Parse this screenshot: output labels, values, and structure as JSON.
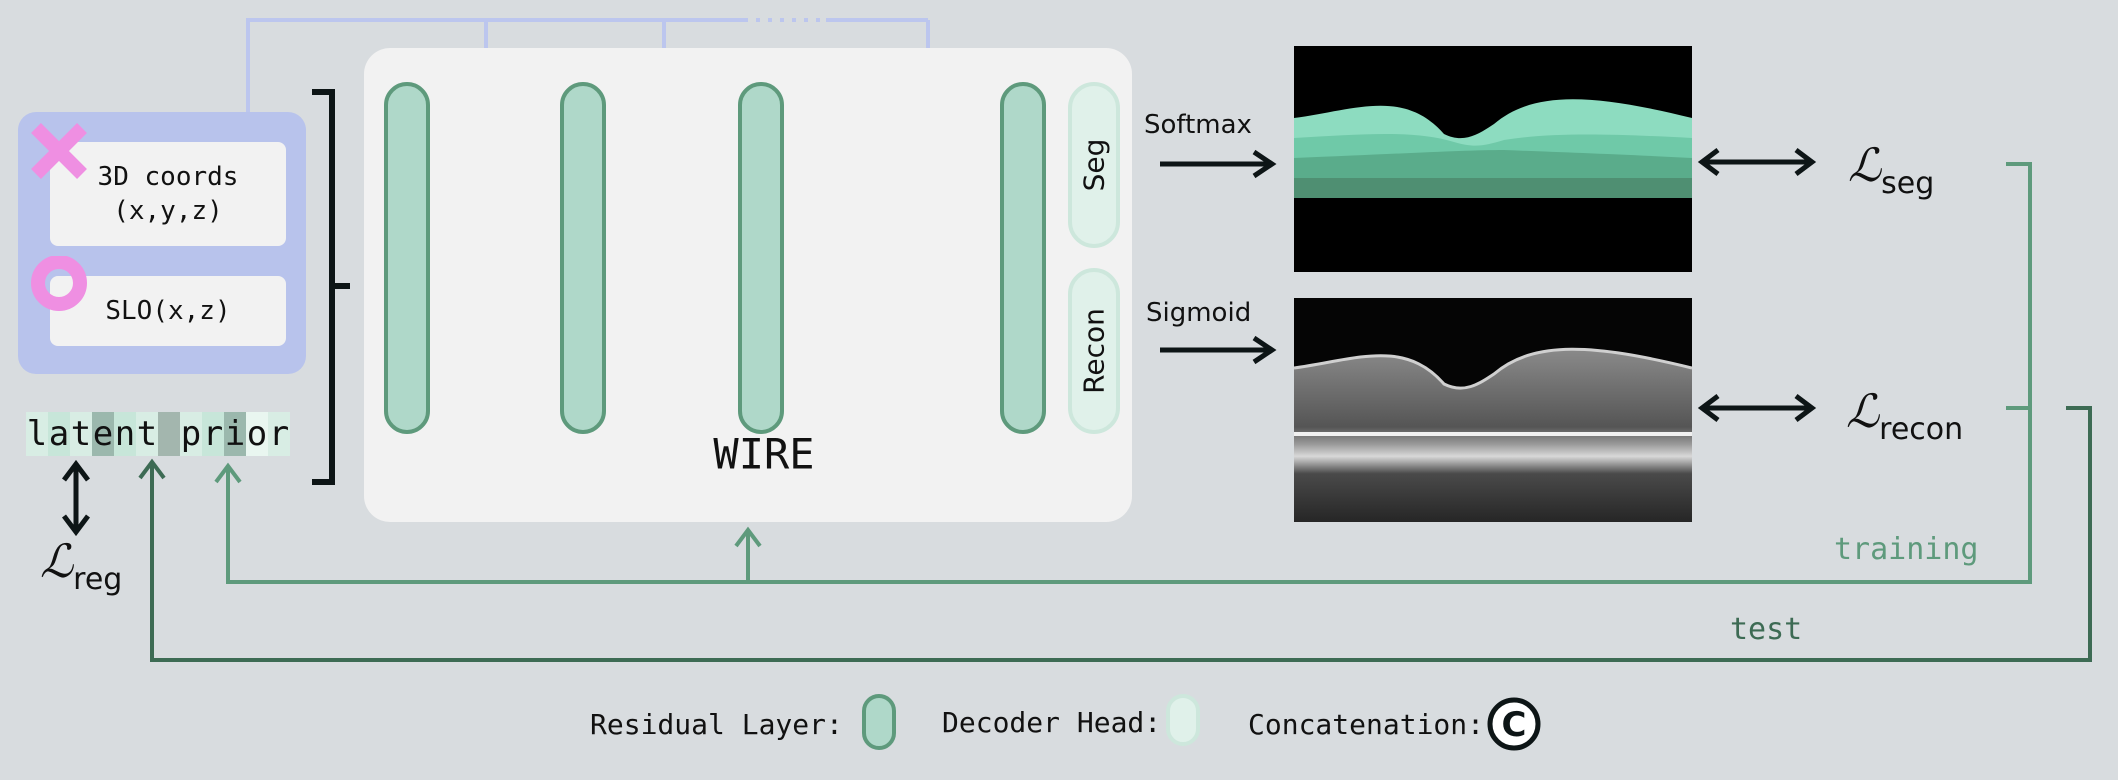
{
  "inputs": {
    "coords_line1": "3D coords",
    "coords_line2": "(x,y,z)",
    "slo": "SLO(x,z)",
    "coords_icon": "pink-cross-icon",
    "slo_icon": "pink-ring-icon"
  },
  "latent": {
    "chars": [
      "l",
      "a",
      "t",
      "e",
      "n",
      "t",
      " ",
      "p",
      "r",
      "i",
      "o",
      "r"
    ],
    "cell_colors": [
      "#d8ede4",
      "#c7e6d9",
      "#d8ede4",
      "#9bb8ad",
      "#c7e6d9",
      "#d8ede4",
      "#a3b6ae",
      "#d8ede4",
      "#c7e6d9",
      "#9bb8ad",
      "#e9f6f0",
      "#d8ede4"
    ]
  },
  "network": {
    "title": "WIRE",
    "concat_symbol": "C",
    "ellipsis": "……",
    "heads": {
      "seg": "Seg",
      "recon": "Recon"
    }
  },
  "activations": {
    "seg": "Softmax",
    "recon": "Sigmoid"
  },
  "losses": {
    "symbol": "ℒ",
    "seg_sub": "seg",
    "recon_sub": "recon",
    "reg_sub": "reg"
  },
  "flows": {
    "training": "training",
    "test": "test"
  },
  "legend": {
    "residual": "Residual Layer:",
    "decoder": "Decoder Head:",
    "concat": "Concatenation:"
  },
  "colors": {
    "input_panel": "#b8c3ec",
    "residual_fill": "#afd8c9",
    "residual_border": "#5e9a7c",
    "head_fill": "#e0f1ea",
    "training_line": "#5e9a7c",
    "test_line": "#3d6b54",
    "lavender_wires": "#bcc6ee",
    "marker_pink": "#ef8fe2"
  }
}
